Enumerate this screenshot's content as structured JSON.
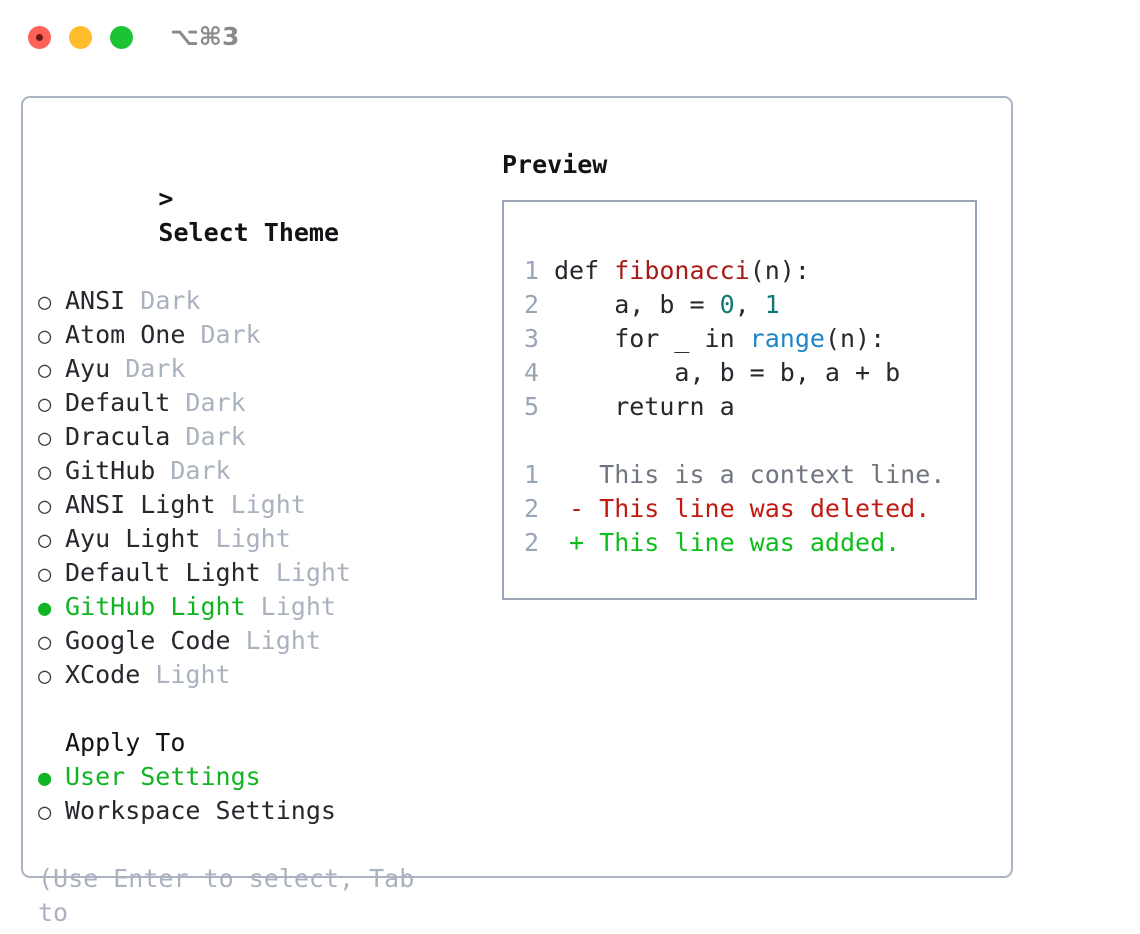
{
  "titlebar": {
    "shortcut": "⌥⌘3",
    "traffic_lights": [
      "close-red",
      "minimize-yellow",
      "maximize-green"
    ]
  },
  "colors": {
    "accent_green": "#11b524",
    "panel_border": "#aab3c2",
    "code_border": "#9aa5b8",
    "muted": "#aab2bf",
    "text": "#25282d",
    "keyword_fn": "#a91b18",
    "number": "#0d7a78",
    "call": "#1e86c8",
    "diff_add": "#0fbe1c",
    "diff_del": "#c01a11",
    "diff_ctx": "#6f7680"
  },
  "theme_picker": {
    "header_prefix": ">",
    "header": "Select Theme",
    "marker_unselected": "○",
    "marker_selected": "●",
    "items": [
      {
        "name": "ANSI",
        "variant": "Dark",
        "selected": false
      },
      {
        "name": "Atom One",
        "variant": "Dark",
        "selected": false
      },
      {
        "name": "Ayu",
        "variant": "Dark",
        "selected": false
      },
      {
        "name": "Default",
        "variant": "Dark",
        "selected": false
      },
      {
        "name": "Dracula",
        "variant": "Dark",
        "selected": false
      },
      {
        "name": "GitHub",
        "variant": "Dark",
        "selected": false
      },
      {
        "name": "ANSI Light",
        "variant": "Light",
        "selected": false
      },
      {
        "name": "Ayu Light",
        "variant": "Light",
        "selected": false
      },
      {
        "name": "Default Light",
        "variant": "Light",
        "selected": false
      },
      {
        "name": "GitHub Light",
        "variant": "Light",
        "selected": true
      },
      {
        "name": "Google Code",
        "variant": "Light",
        "selected": false
      },
      {
        "name": "XCode",
        "variant": "Light",
        "selected": false
      }
    ]
  },
  "apply_to": {
    "header": "Apply To",
    "items": [
      {
        "name": "User Settings",
        "selected": true
      },
      {
        "name": "Workspace Settings",
        "selected": false
      }
    ]
  },
  "hint": "(Use Enter to select, Tab to\nchange focus)",
  "preview": {
    "header": "Preview",
    "code_lines": [
      {
        "no": "1",
        "tokens": [
          {
            "t": "def ",
            "c": "plain"
          },
          {
            "t": "fibonacci",
            "c": "fn"
          },
          {
            "t": "(n):",
            "c": "plain"
          }
        ]
      },
      {
        "no": "2",
        "tokens": [
          {
            "t": "    a, b = ",
            "c": "plain"
          },
          {
            "t": "0",
            "c": "num"
          },
          {
            "t": ", ",
            "c": "plain"
          },
          {
            "t": "1",
            "c": "num"
          }
        ]
      },
      {
        "no": "3",
        "tokens": [
          {
            "t": "    for _ in ",
            "c": "plain"
          },
          {
            "t": "range",
            "c": "call"
          },
          {
            "t": "(n):",
            "c": "plain"
          }
        ]
      },
      {
        "no": "4",
        "tokens": [
          {
            "t": "        a, b = b, a + b",
            "c": "plain"
          }
        ]
      },
      {
        "no": "5",
        "tokens": [
          {
            "t": "    return a",
            "c": "plain"
          }
        ]
      }
    ],
    "diff_lines": [
      {
        "no": "1",
        "prefix": "  ",
        "text": "This is a context line.",
        "kind": "ctx"
      },
      {
        "no": "2",
        "prefix": "- ",
        "text": "This line was deleted.",
        "kind": "del"
      },
      {
        "no": "2",
        "prefix": "+ ",
        "text": "This line was added.",
        "kind": "add"
      }
    ]
  }
}
